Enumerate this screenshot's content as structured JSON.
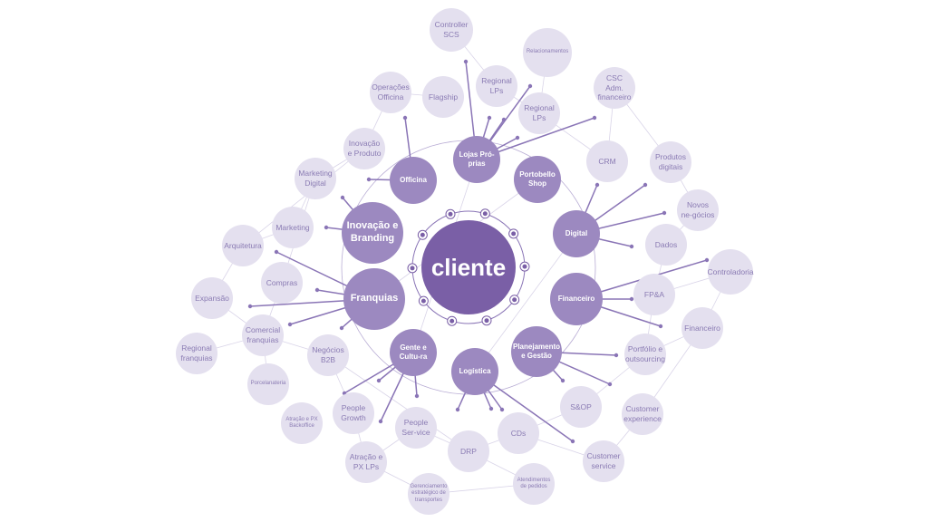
{
  "center": {
    "label": "cliente"
  },
  "primary": [
    "Lojas Pró-prias",
    "Portobello Shop",
    "Officina",
    "Inovação e Branding",
    "Franquias",
    "Digital",
    "Financeiro",
    "Planejamento e Gestão",
    "Logística",
    "Gente e Cultu-ra"
  ],
  "secondary": [
    "Controller SCS",
    "Relacionamentos",
    "Regional LPs",
    "Regional LPs",
    "Flagship",
    "Operações Officina",
    "CSC Adm. financeiro",
    "Inovação e Produto",
    "Marketing Digital",
    "CRM",
    "Produtos digitais",
    "Marketing",
    "Novos ne-gócios",
    "Dados",
    "Arquitetura",
    "Compras",
    "Controladoria",
    "Expansão",
    "FP&A",
    "Financeiro",
    "Comercial franquias",
    "Regional franquias",
    "Negócios B2B",
    "Portfólio e outsourcing",
    "Porcelanateria",
    "S&OP",
    "People Growth",
    "Customer experience",
    "Atração e PX Backoffice",
    "CDs",
    "People Ser-vice",
    "DRP",
    "Customer service",
    "Atração e PX LPs",
    "Gerenciamento estratégico de transportes",
    "Atendimentos de pedidos"
  ],
  "colors": {
    "core": "#7a5fa6",
    "primary": "#9c89c0",
    "secondary": "#e4e0ef",
    "text": "#8a7bb3",
    "spoke": "#8a75b6",
    "web": "#d9d4e8"
  }
}
